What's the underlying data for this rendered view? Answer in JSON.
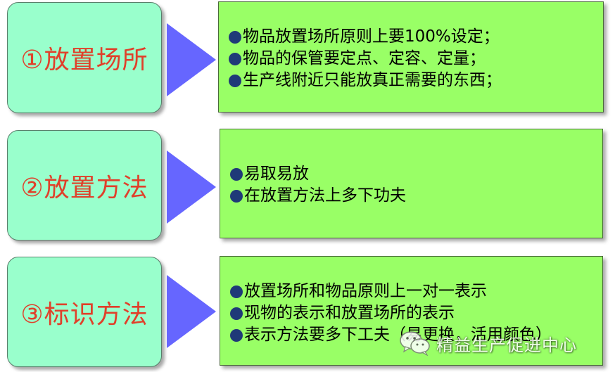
{
  "rows": [
    {
      "label": "①放置场所",
      "bullets": [
        "物品放置场所原则上要100%设定；",
        "物品的保管要定点、定容、定量；",
        "生产线附近只能放真正需要的东西；"
      ]
    },
    {
      "label": "②放置方法",
      "bullets": [
        "易取易放",
        "在放置方法上多下功夫"
      ]
    },
    {
      "label": "③标识方法",
      "bullets": [
        "放置场所和物品原则上一对一表示",
        "现物的表示和放置场所的表示",
        "表示方法要多下工夫（易更换，活用颜色）"
      ]
    }
  ],
  "watermark": {
    "text": "精益生产促进中心",
    "icon": "wechat-icon"
  },
  "colors": {
    "left_box_fill": "#99ffcc",
    "left_label": "#e0402a",
    "arrow_fill": "#6666ff",
    "right_box_fill": "#99ff66",
    "bullet_dot": "#1f3a78"
  }
}
